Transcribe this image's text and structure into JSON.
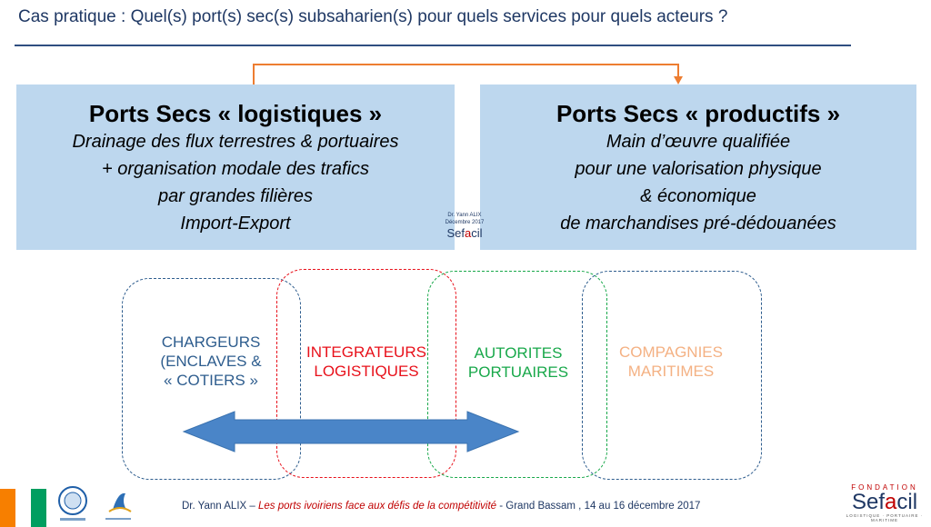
{
  "title": "Cas pratique : Quel(s) port(s) sec(s) subsaharien(s) pour quels services pour quels acteurs ?",
  "left_panel": {
    "heading": "Ports Secs « logistiques »",
    "lines": [
      "Drainage des flux terrestres & portuaires",
      "+ organisation modale des trafics",
      "par grandes filières",
      "Import-Export"
    ]
  },
  "right_panel": {
    "heading": "Ports Secs « productifs »",
    "lines": [
      "Main d’œuvre qualifiée",
      "pour une valorisation physique",
      "& économique",
      "de marchandises pré-dédouanées"
    ]
  },
  "stamp": {
    "author": "Dr. Yann ALIX",
    "date": "Décembre 2017",
    "logo_pre": "Sef",
    "logo_accent": "a",
    "logo_post": "cil"
  },
  "actors": [
    {
      "lines": [
        "CHARGEURS",
        "(ENCLAVES &",
        "« COTIERS »"
      ],
      "color": "#2e5d8e"
    },
    {
      "lines": [
        "INTEGRATEURS",
        "LOGISTIQUES"
      ],
      "color": "#e8101a"
    },
    {
      "lines": [
        "AUTORITES",
        "PORTUAIRES"
      ],
      "color": "#18a84a"
    },
    {
      "lines": [
        "COMPAGNIES",
        "MARITIMES"
      ],
      "color": "#f4b183"
    }
  ],
  "box_colors": {
    "chargeurs": "#2e5d8e",
    "integrateurs": "#e8101a",
    "autorites": "#18a84a",
    "compagnies": "#2e5d8e"
  },
  "connector_color": "#ed7d31",
  "arrow_color": "#4a85c8",
  "footer": {
    "author": "Dr. Yann ALIX",
    "separator": " – ",
    "subject": "Les ports ivoiriens face aux défis de la compétitivité",
    "location": " - Grand Bassam , 14 au 16 décembre 2017"
  },
  "footer_logo": {
    "small": "FONDATION",
    "pre": "Sef",
    "accent": "a",
    "post": "cil",
    "tagline": "LOGISTIQUE · PORTUAIRE · MARITIME"
  },
  "flag_colors": [
    "#f77f00",
    "#ffffff",
    "#009e60"
  ]
}
